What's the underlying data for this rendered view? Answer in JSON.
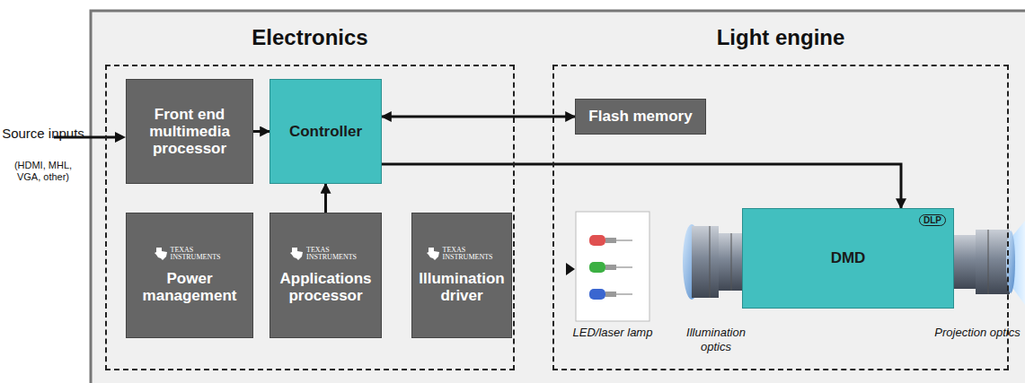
{
  "diagram": {
    "nodes": [
      {
        "text": [
          "Electronics"
        ]
      },
      {
        "text": [
          "Front end multimedia processor"
        ],
        "in": 0
      },
      {
        "text": [
          "Controller"
        ],
        "in": 0
      },
      {
        "text": [
          "TEXAS INSTRUMENTS",
          "Power management"
        ],
        "in": 0
      },
      {
        "text": [
          "TEXAS INSTRUMENTS",
          "Applications processor"
        ],
        "in": 0
      },
      {
        "text": [
          "TEXAS INSTRUMENTS",
          "Illumination driver"
        ],
        "in": 0
      },
      {
        "text": [
          "Light engine"
        ]
      },
      {
        "text": [
          "Flash memory"
        ],
        "in": 6
      },
      {
        "text": [
          "DLP",
          "DMD"
        ],
        "in": 6
      }
    ],
    "edges": [
      {
        "from": 1,
        "to": 2,
        "arrow": "to"
      },
      {
        "from": 2,
        "to": 7,
        "arrow": "both"
      },
      {
        "from": 2,
        "to": 8,
        "arrow": "to"
      },
      {
        "from": 4,
        "to": 2,
        "arrow": "to"
      }
    ],
    "labels": [
      "Source inputs",
      "(HDMI, MHL, VGA, other)",
      "LED/laser lamp",
      "Illumination optics",
      "Projection optics"
    ]
  }
}
